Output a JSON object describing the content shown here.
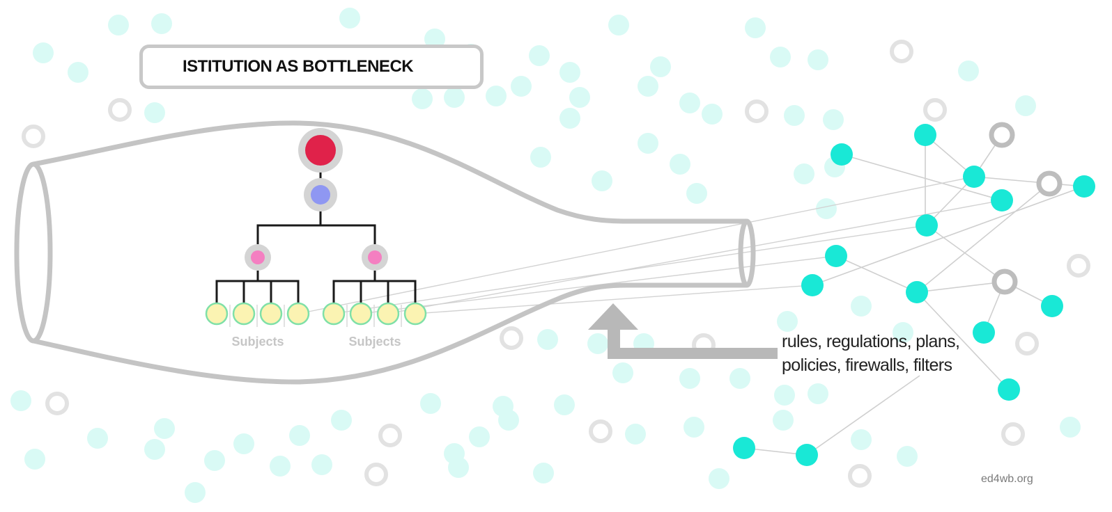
{
  "title": "ISTITUTION AS BOTTLENECK",
  "hierarchy": {
    "group_labels": [
      "Subjects",
      "Subjects"
    ]
  },
  "caption": {
    "line1": "rules, regulations, plans,",
    "line2": "policies, firewalls, filters"
  },
  "credit": "ed4wb.org",
  "colors": {
    "bottle": "#c4c4c4",
    "node_top": "#e0224a",
    "node_second": "#8f97f2",
    "node_manager": "#f47fc1",
    "node_subject_fill": "#fbf3b2",
    "node_subject_ring": "#7fe0a8",
    "network_node": "#19e8d6",
    "background_dot": "#d9faf5",
    "ring": "#e2e2e2",
    "arrow": "#b8b8b8"
  }
}
